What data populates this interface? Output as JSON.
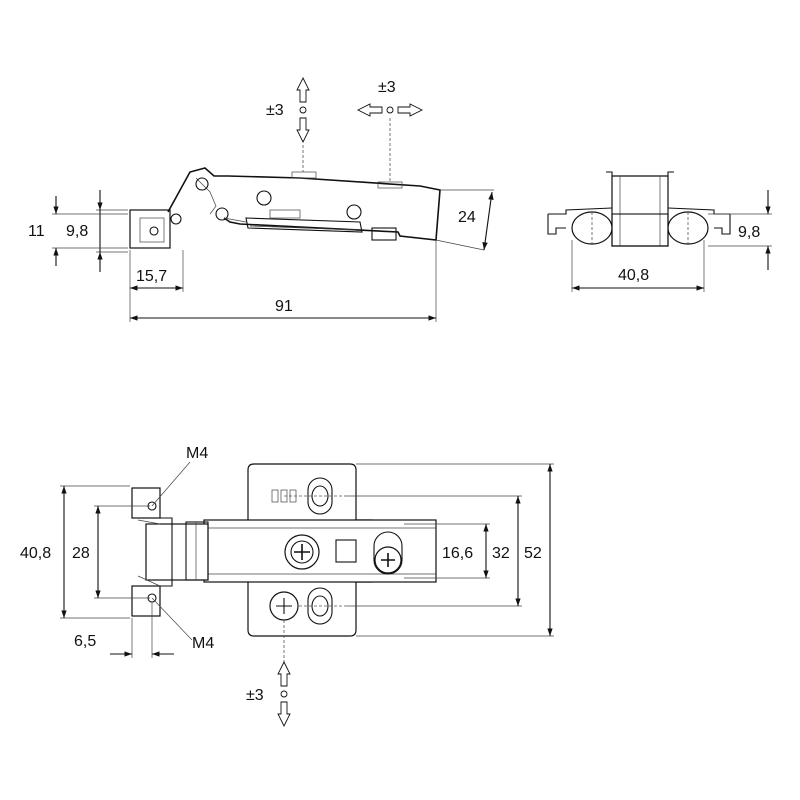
{
  "side_view": {
    "dim_11": "11",
    "dim_9_8": "9,8",
    "dim_15_7": "15,7",
    "dim_91": "91",
    "dim_24": "24",
    "adjust_vertical": "±3",
    "adjust_horizontal": "±3"
  },
  "end_view": {
    "dim_9_8": "9,8",
    "dim_40_8": "40,8"
  },
  "top_view": {
    "thread_top": "M4",
    "thread_bottom": "M4",
    "dim_40_8": "40,8",
    "dim_28": "28",
    "dim_6_5": "6,5",
    "dim_16_6": "16,6",
    "dim_32": "32",
    "dim_52": "52",
    "adjust_vertical": "±3"
  }
}
